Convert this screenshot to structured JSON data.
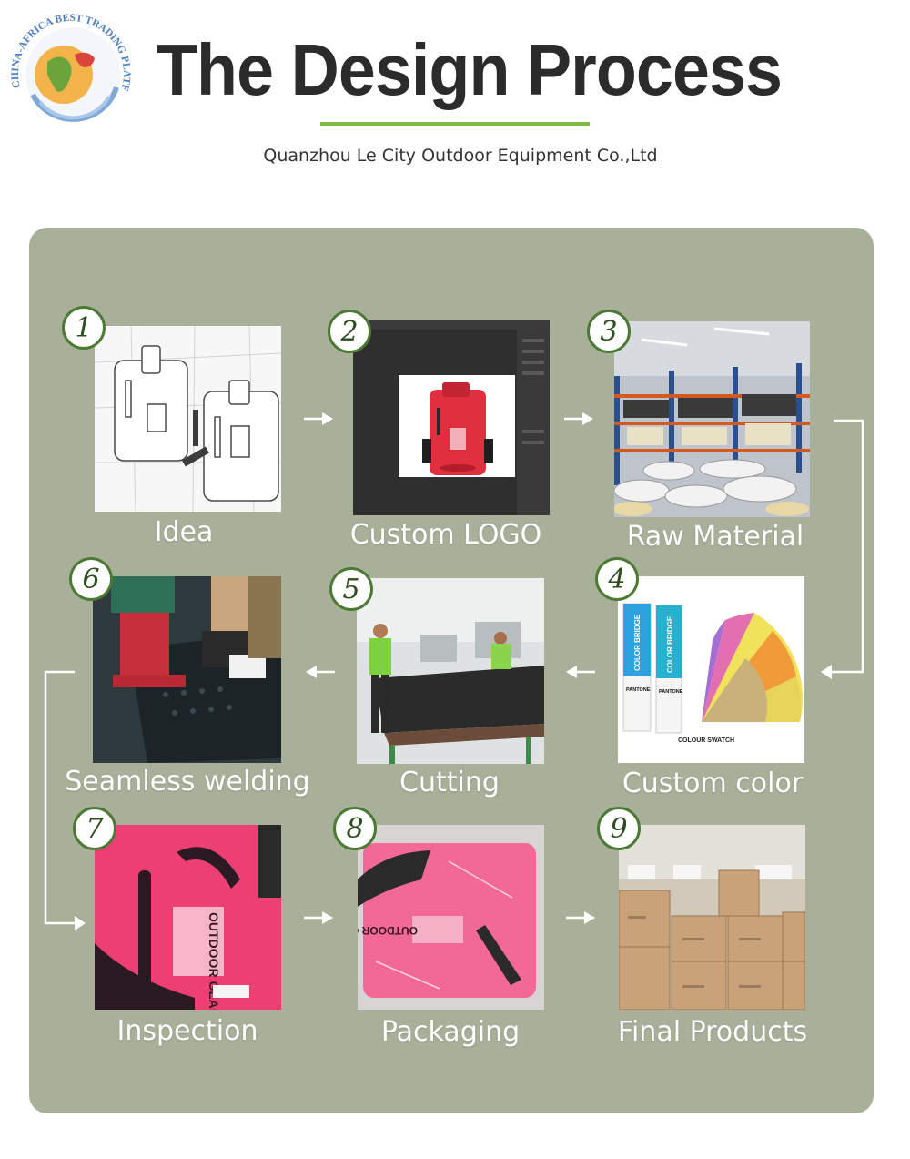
{
  "header": {
    "logo_text": "CHINA-AFRICA BEST TRADING PLATFORM",
    "title": "The Design Process",
    "subtitle": "Quanzhou Le City Outdoor Equipment Co.,Ltd"
  },
  "colors": {
    "panel": "#a9b09a",
    "accent_green": "#7dbb42",
    "badge_border": "#4c7a34",
    "title": "#2b2b2b",
    "label": "#ffffff"
  },
  "steps": [
    {
      "number": "1",
      "label": "Idea",
      "image": "bag-sketch"
    },
    {
      "number": "2",
      "label": "Custom LOGO",
      "image": "design-software-bag"
    },
    {
      "number": "3",
      "label": "Raw Material",
      "image": "warehouse-fabric-rolls"
    },
    {
      "number": "4",
      "label": "Custom color",
      "image": "color-swatch-fan",
      "image_text": {
        "brand": "PANTONE",
        "guide": "COLOR BRIDGE",
        "caption": "COLOUR SWATCH"
      }
    },
    {
      "number": "5",
      "label": "Cutting",
      "image": "cutting-workshop"
    },
    {
      "number": "6",
      "label": "Seamless welding",
      "image": "welding-machine"
    },
    {
      "number": "7",
      "label": "Inspection",
      "image": "pink-bag-closeup",
      "image_text": {
        "brand": "OUTDOOR GEAR"
      }
    },
    {
      "number": "8",
      "label": "Packaging",
      "image": "bag-in-plastic",
      "image_text": {
        "brand": "OUTDOOR GEAR"
      }
    },
    {
      "number": "9",
      "label": "Final Products",
      "image": "stacked-cartons"
    }
  ]
}
